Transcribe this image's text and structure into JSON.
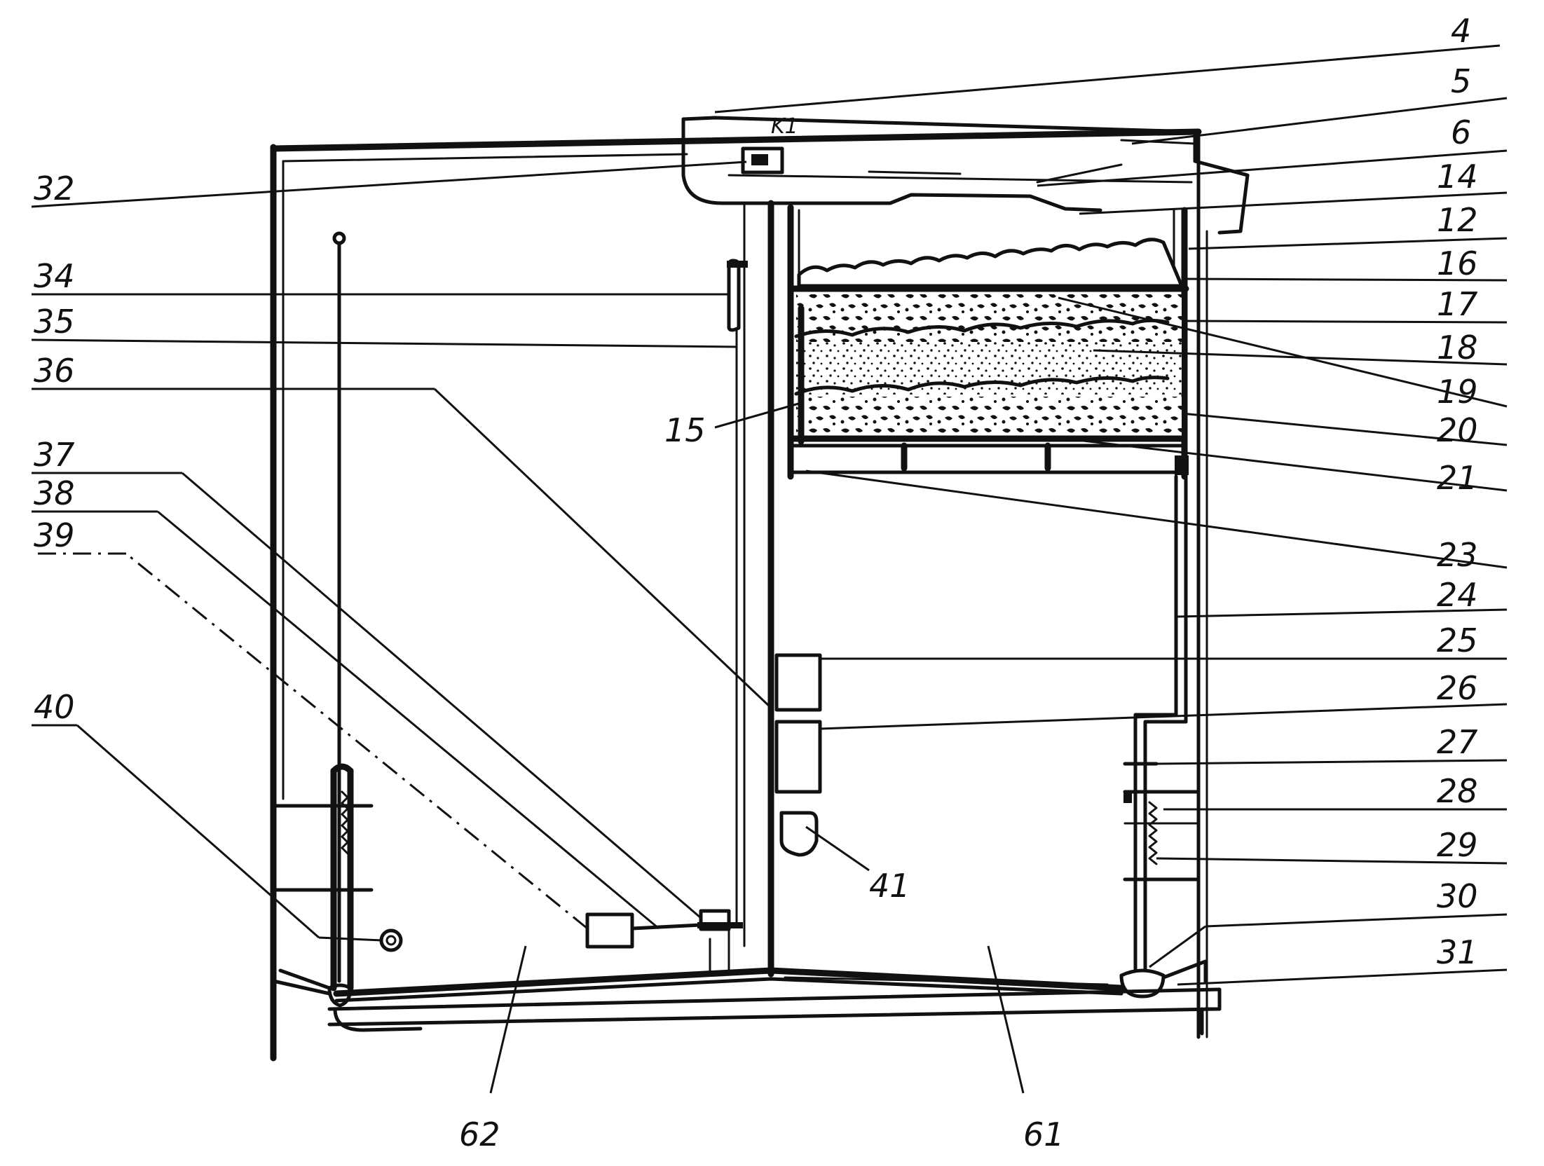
{
  "figure": {
    "labels": {
      "l4": "4",
      "l5": "5",
      "l6": "6",
      "l14": "14",
      "l12": "12",
      "l16": "16",
      "l17": "17",
      "l18": "18",
      "l19": "19",
      "l20": "20",
      "l21": "21",
      "l23": "23",
      "l24": "24",
      "l25": "25",
      "l26": "26",
      "l27": "27",
      "l28": "28",
      "l29": "29",
      "l30": "30",
      "l31": "31",
      "l32": "32",
      "l34": "34",
      "l35": "35",
      "l36": "36",
      "l37": "37",
      "l38": "38",
      "l39": "39",
      "l40": "40",
      "l15": "15",
      "l41": "41",
      "l62": "62",
      "l61": "61",
      "k1": "K1"
    }
  }
}
